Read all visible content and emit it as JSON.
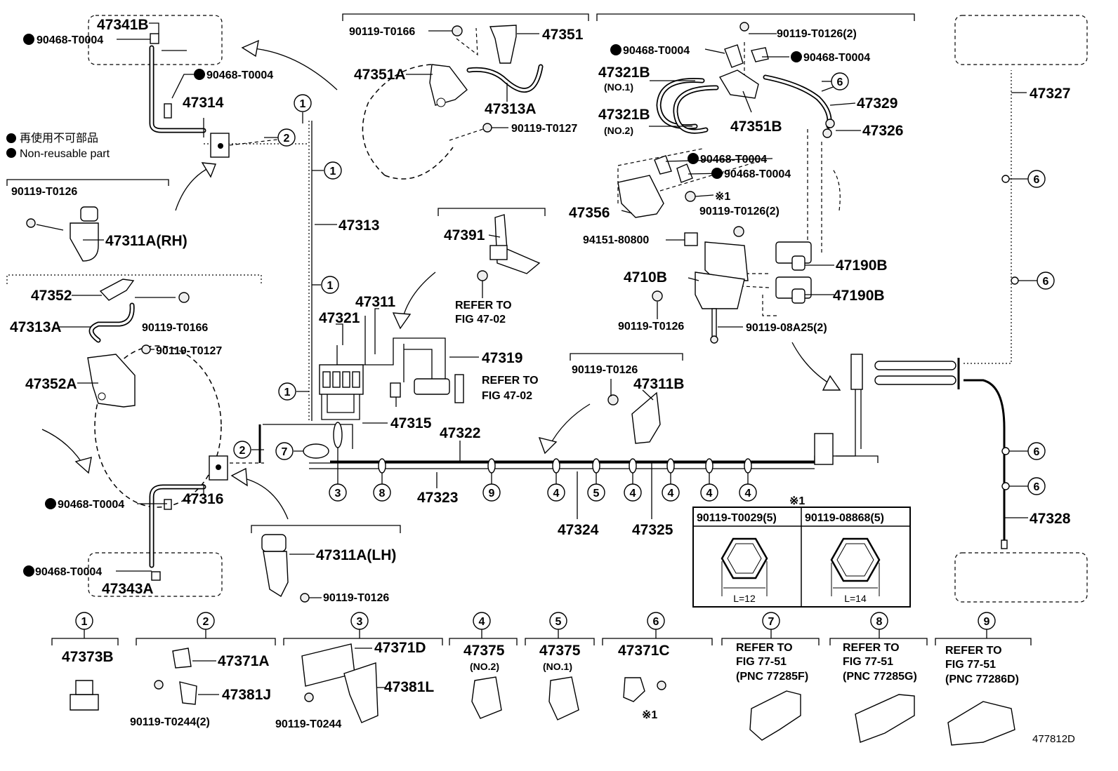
{
  "drawing_id": "477812D",
  "legend": {
    "jp": "再使用不可部品",
    "en": "Non-reusable part"
  },
  "labels": {
    "p47341B": "47341B",
    "p90468_tl": "90468-T0004",
    "p90468_tm": "90468-T0004",
    "p47314": "47314",
    "p90119_T0126_l": "90119-T0126",
    "p47311A_RH": "47311A(RH)",
    "p47352": "47352",
    "p47313A_l": "47313A",
    "p90119_T0166_l": "90119-T0166",
    "p90119_T0127_l": "90119-T0127",
    "p47352A": "47352A",
    "p90468_ml": "90468-T0004",
    "p47316": "47316",
    "p90468_bl": "90468-T0004",
    "p47343A": "47343A",
    "p47311A_LH": "47311A(LH)",
    "p90119_T0126_b": "90119-T0126",
    "p90119_T0166_t": "90119-T0166",
    "p47351": "47351",
    "p47351A": "47351A",
    "p47313A_t": "47313A",
    "p90119_T0127_t": "90119-T0127",
    "p47313": "47313",
    "p47391": "47391",
    "refer_fig_47_02_a1": "REFER TO",
    "refer_fig_47_02_a2": "FIG 47-02",
    "p47321": "47321",
    "p47311": "47311",
    "p47319": "47319",
    "refer_fig_47_02_b1": "REFER TO",
    "refer_fig_47_02_b2": "FIG 47-02",
    "p47315": "47315",
    "p47322": "47322",
    "p47323": "47323",
    "p47324": "47324",
    "p47325": "47325",
    "p90119_T0126_m": "90119-T0126",
    "p47311B": "47311B",
    "p90119_T0126_2_t": "90119-T0126(2)",
    "p90468_r1": "90468-T0004",
    "p90468_r2": "90468-T0004",
    "p47321B_1": "47321B",
    "no1": "(NO.1)",
    "p47321B_2": "47321B",
    "no2": "(NO.2)",
    "p47351B": "47351B",
    "p47329": "47329",
    "p47326": "47326",
    "p90468_r3": "90468-T0004",
    "p90468_r4": "90468-T0004",
    "p47356": "47356",
    "note1_mark": "※1",
    "p90119_T0126_2_r": "90119-T0126(2)",
    "p94151": "94151-80800",
    "p47190B_1": "47190B",
    "p4710B": "4710B",
    "p47190B_2": "47190B",
    "p90119_T0126_r": "90119-T0126",
    "p90119_08A25": "90119-08A25(2)",
    "p47327": "47327",
    "p47328": "47328"
  },
  "bolt_table": {
    "title_mark": "※1",
    "columns": [
      {
        "part": "90119-T0029(5)",
        "dim": "L=12"
      },
      {
        "part": "90119-08868(5)",
        "dim": "L=14"
      }
    ]
  },
  "callouts": {
    "n1": "1",
    "n2": "2",
    "n3": "3",
    "n4": "4",
    "n5": "5",
    "n6": "6",
    "n7": "7",
    "n8": "8",
    "n9": "9"
  },
  "clamp_legend": [
    {
      "num": "1",
      "parts": [
        "47373B"
      ]
    },
    {
      "num": "2",
      "parts": [
        "47371A",
        "47381J",
        "90119-T0244(2)"
      ]
    },
    {
      "num": "3",
      "parts": [
        "47371D",
        "47381L",
        "90119-T0244"
      ]
    },
    {
      "num": "4",
      "parts": [
        "47375",
        "(NO.2)"
      ]
    },
    {
      "num": "5",
      "parts": [
        "47375",
        "(NO.1)"
      ]
    },
    {
      "num": "6",
      "parts": [
        "47371C",
        "※1"
      ]
    },
    {
      "num": "7",
      "parts": [
        "REFER TO",
        "FIG 77-51",
        "(PNC 77285F)"
      ]
    },
    {
      "num": "8",
      "parts": [
        "REFER TO",
        "FIG 77-51",
        "(PNC 77285G)"
      ]
    },
    {
      "num": "9",
      "parts": [
        "REFER TO",
        "FIG 77-51",
        "(PNC 77286D)"
      ]
    }
  ]
}
